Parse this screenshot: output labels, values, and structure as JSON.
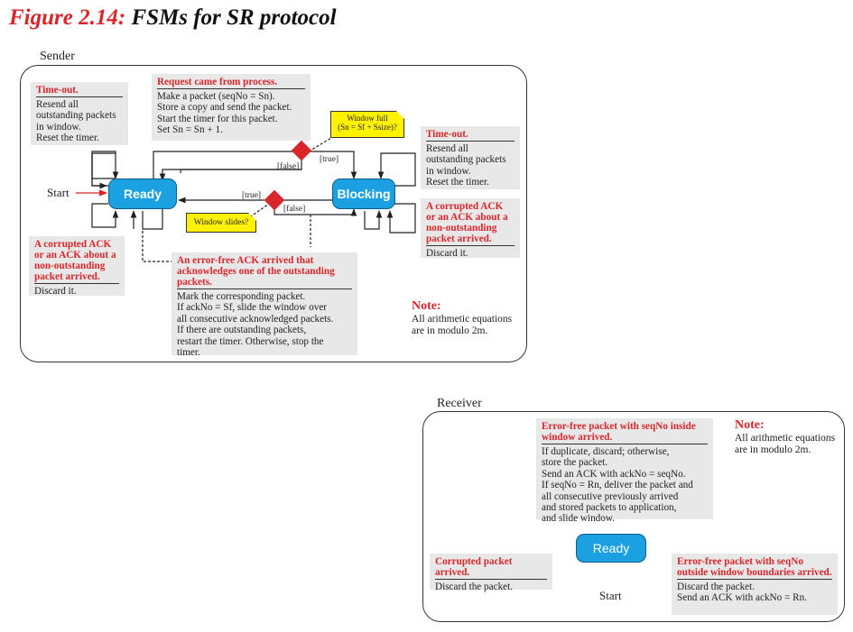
{
  "figure": {
    "number": "Figure 2.14:",
    "caption": "FSMs for SR protocol"
  },
  "sender": {
    "label": "Sender",
    "states": {
      "ready": "Ready",
      "blocking": "Blocking"
    },
    "start": "Start",
    "timeout_ready": {
      "heading": "Time-out.",
      "lines": [
        "Resend all",
        "outstanding packets",
        "in window.",
        "Reset the timer."
      ]
    },
    "request": {
      "heading": "Request came from process.",
      "lines": [
        "Make a packet (seqNo = Sn).",
        "Store a copy and send the packet.",
        "Start the timer for this packet.",
        "Set Sn = Sn + 1."
      ]
    },
    "window_full": {
      "line1": "Window full",
      "line2": "(Sn = Sf + Ssize)?"
    },
    "window_slides": "Window slides?",
    "guard_false_top": "[false]",
    "guard_true_top": "[true]",
    "guard_true_mid": "[true]",
    "guard_false_mid": "[false]",
    "timeout_blocking": {
      "heading": "Time-out.",
      "lines": [
        "Resend all",
        "outstanding packets",
        "in window.",
        "Reset the timer."
      ]
    },
    "corrupted_ready": {
      "heading": "A corrupted ACK or an ACK about a non-outstanding packet arrived.",
      "lines": [
        "Discard it."
      ]
    },
    "corrupted_blocking": {
      "heading": "A corrupted ACK or an ACK about a non-outstanding packet arrived.",
      "lines": [
        "Discard it."
      ]
    },
    "errorfree": {
      "heading": "An error-free ACK arrived that acknowledges one of the outstanding packets.",
      "lines": [
        "Mark the corresponding packet.",
        "If ackNo = Sf, slide the window over",
        "all consecutive acknowledged packets.",
        "If there are outstanding packets,",
        "restart the timer. Otherwise, stop the",
        "timer."
      ]
    },
    "note": {
      "heading": "Note:",
      "lines": [
        "All arithmetic equations",
        "are in modulo 2m."
      ]
    }
  },
  "receiver": {
    "label": "Receiver",
    "state": "Ready",
    "start": "Start",
    "inside": {
      "heading": "Error-free packet with seqNo inside window arrived.",
      "lines": [
        "If duplicate, discard; otherwise,",
        "store the packet.",
        "Send an ACK with ackNo = seqNo.",
        "If seqNo = Rn, deliver the packet and",
        "all consecutive previously arrived",
        "and stored packets to application,",
        "and slide window."
      ]
    },
    "corrupted": {
      "heading": "Corrupted packet arrived.",
      "lines": [
        "Discard the packet."
      ]
    },
    "outside": {
      "heading": "Error-free packet with seqNo outside window boundaries arrived.",
      "lines": [
        "Discard the packet.",
        "Send an ACK with ackNo = Rn."
      ]
    },
    "note": {
      "heading": "Note:",
      "lines": [
        "All arithmetic equations",
        "are in modulo 2m."
      ]
    }
  },
  "colors": {
    "accent_red": "#d8262b",
    "state_blue": "#1ba1e2",
    "box_gray": "#e8e8e8",
    "decision_yellow": "#fff200"
  }
}
